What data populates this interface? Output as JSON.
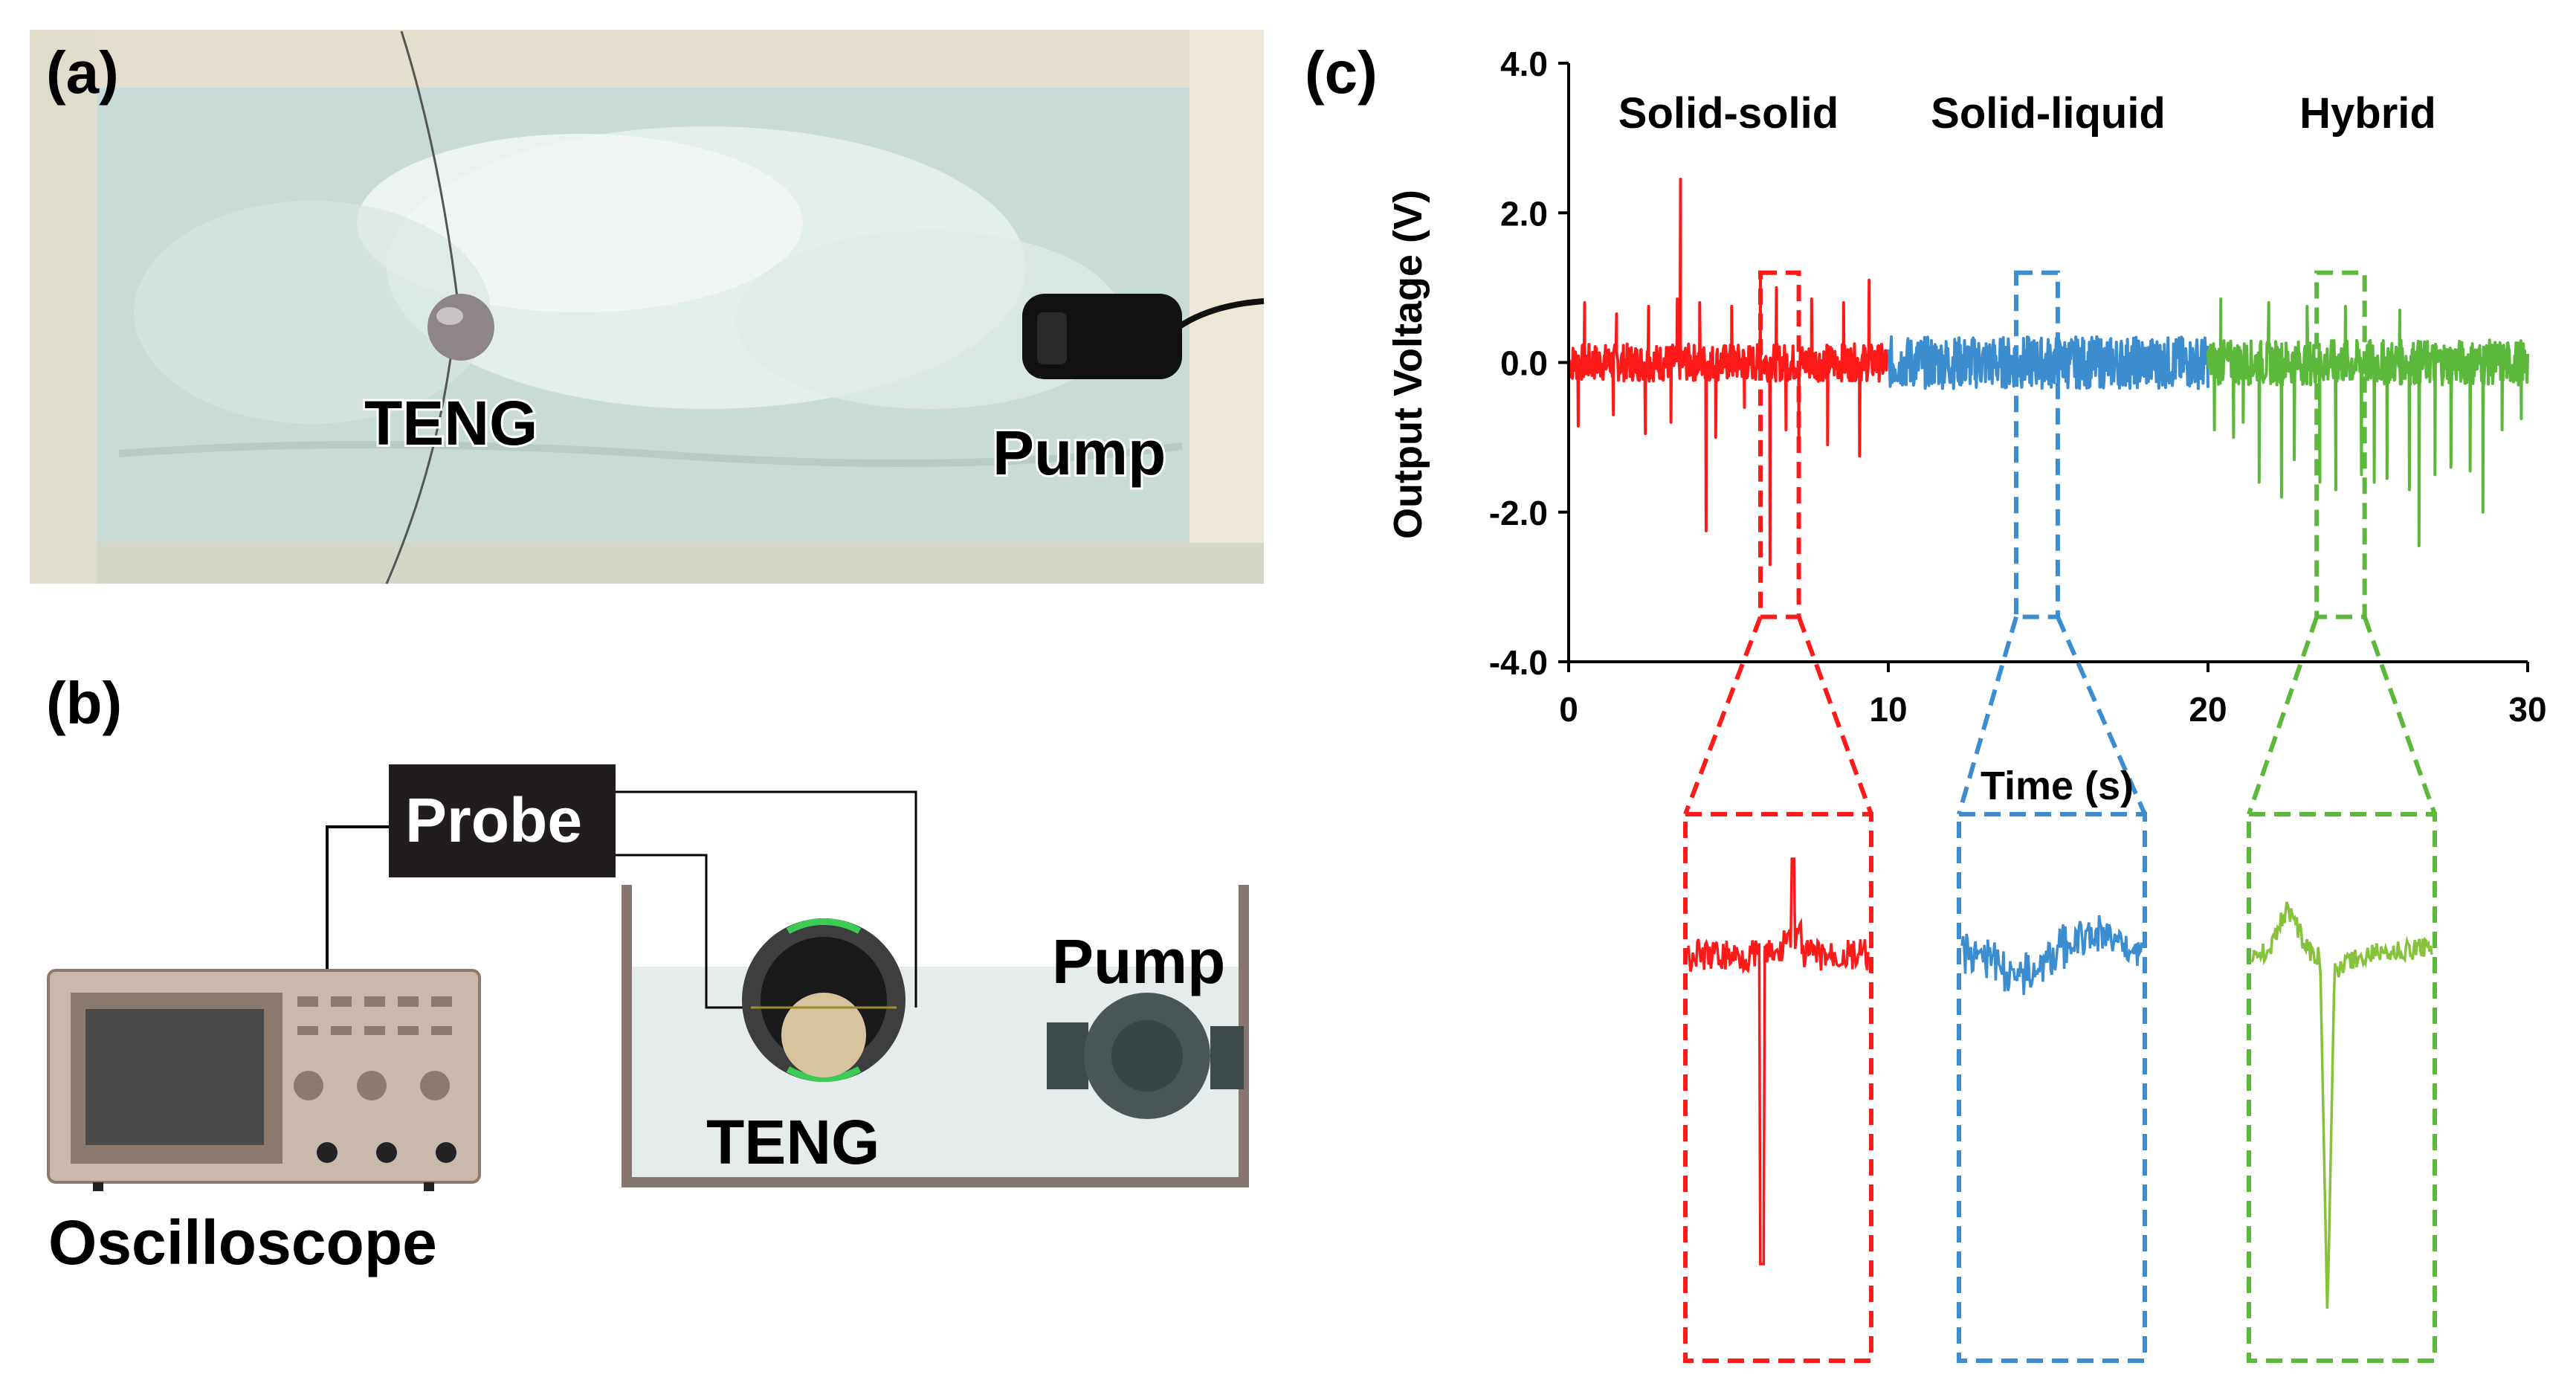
{
  "panels": {
    "a": {
      "letter": "(a)",
      "teng_label": "TENG",
      "pump_label": "Pump"
    },
    "b": {
      "letter": "(b)",
      "probe_label": "Probe",
      "pump_label": "Pump",
      "teng_label": "TENG",
      "oscilloscope_label": "Oscilloscope"
    },
    "c": {
      "letter": "(c)"
    }
  },
  "colors": {
    "solid_solid": "#ff1a1a",
    "solid_liquid": "#3b8dd0",
    "hybrid": "#5cb83a",
    "hybrid_inset": "#86c23c"
  },
  "chart_data": {
    "type": "line",
    "xlabel": "Time (s)",
    "ylabel": "Output Voltage (V)",
    "xlim": [
      0,
      30
    ],
    "ylim": [
      -4.0,
      4.0
    ],
    "xticks": [
      "0",
      "10",
      "20",
      "30"
    ],
    "yticks": [
      "4.0",
      "2.0",
      "0.0",
      "-2.0",
      "-4.0"
    ],
    "series": [
      {
        "name": "Solid-solid",
        "color": "#ff1a1a",
        "x_range": [
          0,
          10
        ],
        "baseline_noise_amplitude": 0.25,
        "peaks": [
          {
            "x": 0.3,
            "y": -0.85
          },
          {
            "x": 0.5,
            "y": 0.8
          },
          {
            "x": 1.4,
            "y": -0.7
          },
          {
            "x": 1.5,
            "y": 0.65
          },
          {
            "x": 2.4,
            "y": -0.95
          },
          {
            "x": 2.5,
            "y": 0.75
          },
          {
            "x": 3.2,
            "y": -0.8
          },
          {
            "x": 3.4,
            "y": 0.85
          },
          {
            "x": 3.5,
            "y": 2.45
          },
          {
            "x": 4.1,
            "y": 0.8
          },
          {
            "x": 4.3,
            "y": -2.25
          },
          {
            "x": 4.6,
            "y": -1.0
          },
          {
            "x": 5.1,
            "y": 0.75
          },
          {
            "x": 5.5,
            "y": -0.6
          },
          {
            "x": 6.0,
            "y": 1.1
          },
          {
            "x": 6.3,
            "y": -2.7
          },
          {
            "x": 6.5,
            "y": 1.0
          },
          {
            "x": 6.8,
            "y": -0.9
          },
          {
            "x": 7.2,
            "y": -1.0
          },
          {
            "x": 7.6,
            "y": 0.85
          },
          {
            "x": 8.1,
            "y": -1.1
          },
          {
            "x": 8.6,
            "y": 0.8
          },
          {
            "x": 9.1,
            "y": -1.25
          },
          {
            "x": 9.4,
            "y": 1.1
          }
        ]
      },
      {
        "name": "Solid-liquid",
        "color": "#3b8dd0",
        "x_range": [
          10,
          20
        ],
        "baseline_noise_amplitude": 0.35,
        "peaks": []
      },
      {
        "name": "Hybrid",
        "color": "#5cb83a",
        "x_range": [
          20,
          30
        ],
        "baseline_noise_amplitude": 0.3,
        "peaks": [
          {
            "x": 20.2,
            "y": -0.9
          },
          {
            "x": 20.4,
            "y": 0.85
          },
          {
            "x": 20.8,
            "y": -1.0
          },
          {
            "x": 21.1,
            "y": -0.8
          },
          {
            "x": 21.6,
            "y": -1.6
          },
          {
            "x": 21.9,
            "y": 0.8
          },
          {
            "x": 22.3,
            "y": -1.8
          },
          {
            "x": 22.7,
            "y": -1.3
          },
          {
            "x": 23.1,
            "y": 0.75
          },
          {
            "x": 23.5,
            "y": -1.6
          },
          {
            "x": 24.0,
            "y": -1.7
          },
          {
            "x": 24.3,
            "y": 0.75
          },
          {
            "x": 24.8,
            "y": -1.5
          },
          {
            "x": 25.2,
            "y": -1.6
          },
          {
            "x": 25.6,
            "y": -1.55
          },
          {
            "x": 26.0,
            "y": 0.7
          },
          {
            "x": 26.3,
            "y": -1.7
          },
          {
            "x": 26.6,
            "y": -2.45
          },
          {
            "x": 27.1,
            "y": -1.5
          },
          {
            "x": 27.6,
            "y": -1.4
          },
          {
            "x": 28.2,
            "y": -1.45
          },
          {
            "x": 28.6,
            "y": -2.0
          },
          {
            "x": 29.2,
            "y": -0.9
          },
          {
            "x": 29.8,
            "y": -0.75
          }
        ]
      }
    ],
    "annotations": [
      {
        "text": "Solid-solid",
        "series": "Solid-solid"
      },
      {
        "text": "Solid-liquid",
        "series": "Solid-liquid"
      },
      {
        "text": "Hybrid",
        "series": "Hybrid"
      }
    ],
    "zoom_windows": [
      {
        "series": "Solid-solid",
        "x_range": [
          6.0,
          7.2
        ],
        "y_range": [
          -3.4,
          1.2
        ]
      },
      {
        "series": "Solid-liquid",
        "x_range": [
          14.0,
          15.3
        ],
        "y_range": [
          -3.4,
          1.2
        ]
      },
      {
        "series": "Hybrid",
        "x_range": [
          23.4,
          24.9
        ],
        "y_range": [
          -3.4,
          1.2
        ]
      }
    ],
    "grid": false,
    "legend": "none"
  }
}
